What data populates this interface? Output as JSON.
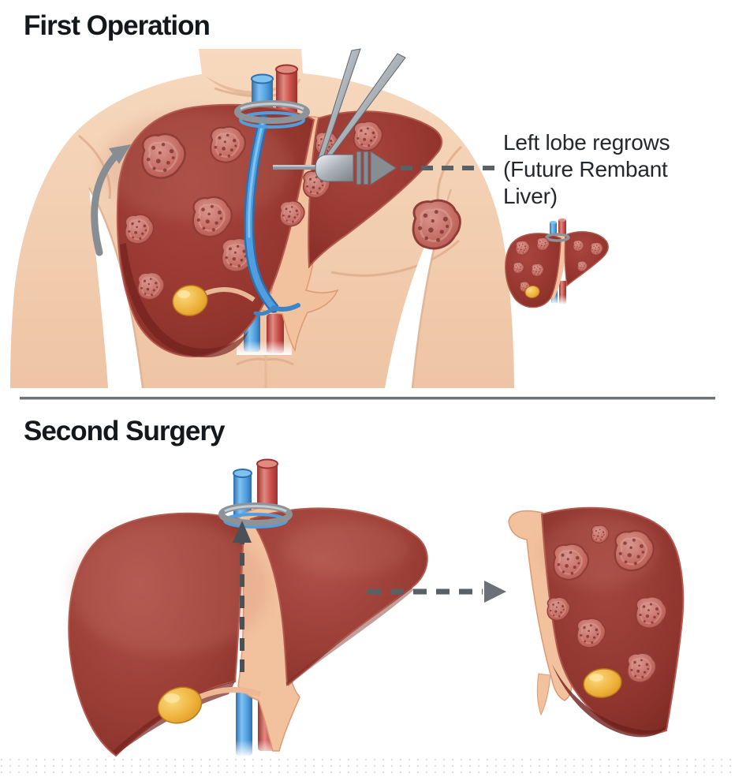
{
  "diagram": {
    "sections": {
      "first": {
        "title": "First Operation"
      },
      "second": {
        "title": "Second Surgery"
      }
    },
    "annotation": {
      "lines": [
        "Left lobe regrows",
        "(Future Rembant",
        "Liver)"
      ]
    },
    "colors": {
      "heading_text": "#14171b",
      "annotation_text": "#24272b",
      "divider": "#6e7377",
      "dash": "#5a6166",
      "arrow_gray": "#878d92",
      "clamp_gray": "#8d9499",
      "liver": "#96372f",
      "tumor": "#c4685f",
      "skin": "#f2cdb0",
      "ligament": "#f2c19d",
      "vein_blue": "#4f9fe0",
      "artery_red": "#c84b47",
      "gallbladder": "#eeb13a"
    }
  }
}
